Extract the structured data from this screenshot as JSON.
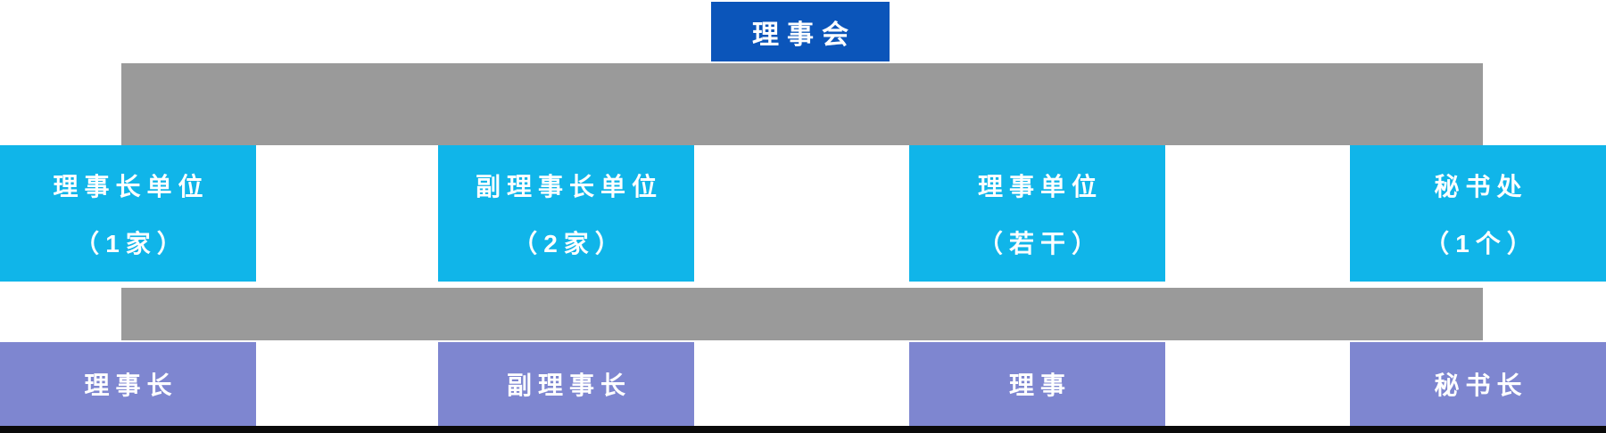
{
  "org_chart": {
    "title_node": {
      "label": "理事会"
    },
    "unit_level": [
      {
        "line1": "理事长单位",
        "line2": "（1家）"
      },
      {
        "line1": "副理事长单位",
        "line2": "（2家）"
      },
      {
        "line1": "理事单位",
        "line2": "（若干）"
      },
      {
        "line1": "秘书处",
        "line2": "（1个）"
      }
    ],
    "officer_level": [
      {
        "label": "理事长"
      },
      {
        "label": "副理事长"
      },
      {
        "label": "理事"
      },
      {
        "label": "秘书长"
      }
    ],
    "colors": {
      "root_bg": "#0B55BA",
      "unit_bg": "#10B5E9",
      "officer_bg": "#7E86D0",
      "connector_bg": "#9A9A9A",
      "bottom_rule": "#0A0A0A",
      "text": "#FFFFFF"
    }
  }
}
